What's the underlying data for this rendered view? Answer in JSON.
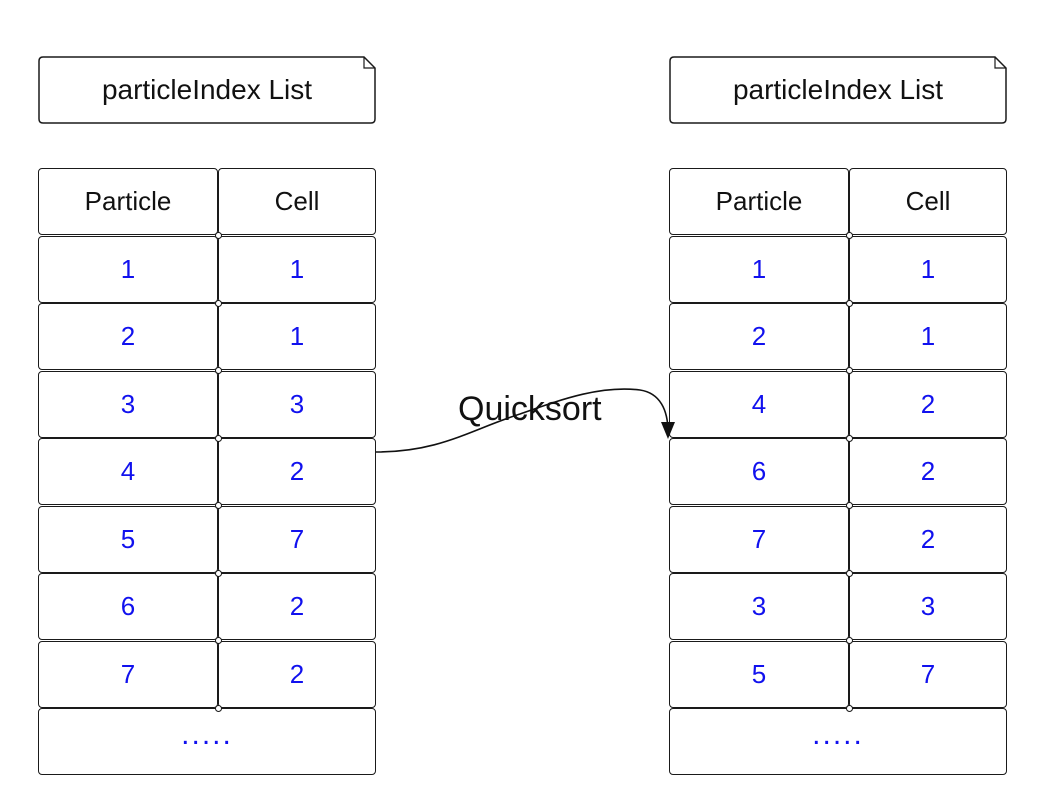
{
  "left": {
    "title": "particleIndex List",
    "headers": [
      "Particle",
      "Cell"
    ],
    "rows": [
      [
        "1",
        "1"
      ],
      [
        "2",
        "1"
      ],
      [
        "3",
        "3"
      ],
      [
        "4",
        "2"
      ],
      [
        "5",
        "7"
      ],
      [
        "6",
        "2"
      ],
      [
        "7",
        "2"
      ]
    ],
    "ellipsis": "....."
  },
  "right": {
    "title": "particleIndex List",
    "headers": [
      "Particle",
      "Cell"
    ],
    "rows": [
      [
        "1",
        "1"
      ],
      [
        "2",
        "1"
      ],
      [
        "4",
        "2"
      ],
      [
        "6",
        "2"
      ],
      [
        "7",
        "2"
      ],
      [
        "3",
        "3"
      ],
      [
        "5",
        "7"
      ]
    ],
    "ellipsis": "....."
  },
  "arrow": {
    "label": "Quicksort"
  },
  "colors": {
    "value_text": "#1111ee",
    "border": "#1a1a1a"
  }
}
